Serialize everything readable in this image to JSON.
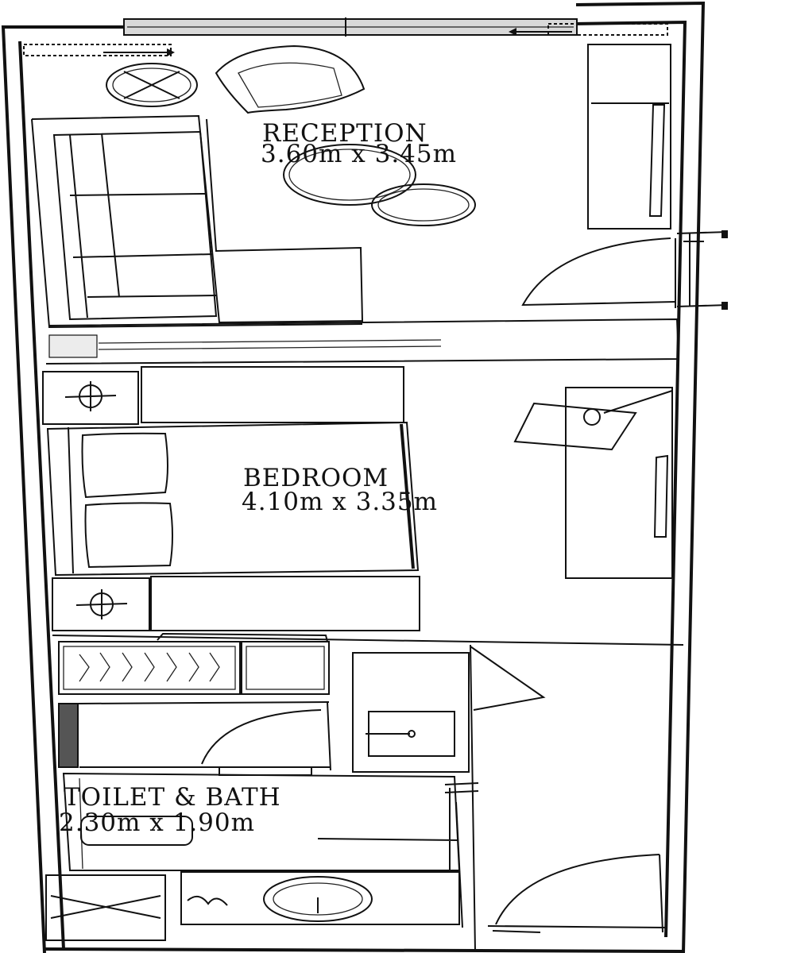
{
  "rooms": {
    "reception": {
      "name": "RECEPTION",
      "size": "3.60m x 3.45m"
    },
    "bedroom": {
      "name": "BEDROOM",
      "size": "4.10m x 3.35m"
    },
    "toilet_bath": {
      "name": "TOILET & BATH",
      "size": "2.30m x 1.90m"
    }
  },
  "colors": {
    "line": "#111111",
    "background": "#ffffff",
    "window": "#d9d9d9"
  }
}
